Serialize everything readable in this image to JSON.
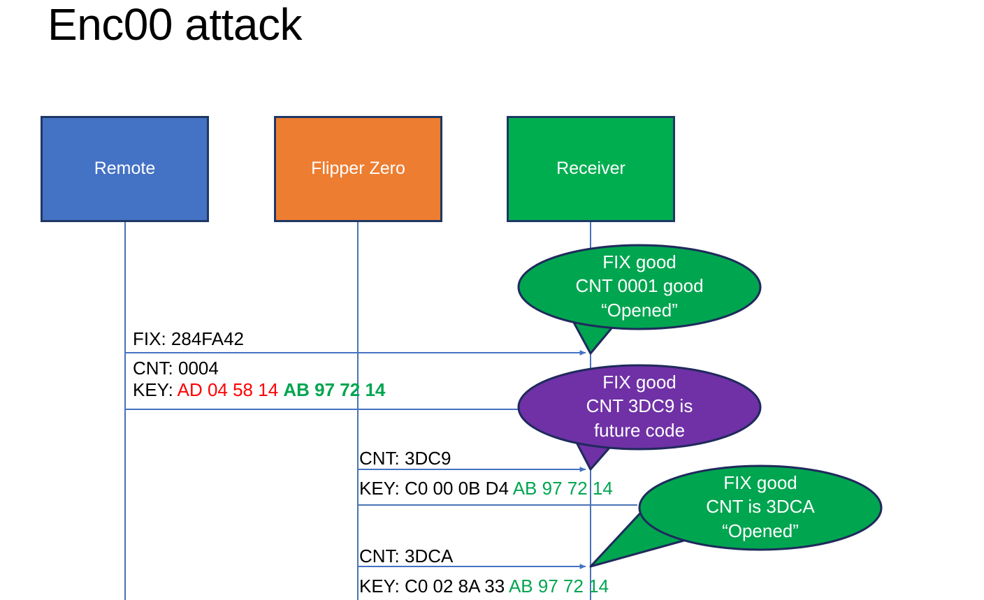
{
  "slide": {
    "title": "Enc00 attack",
    "background_color": "#FFFFFF"
  },
  "colors": {
    "remote_fill": "#4472C4",
    "flipper_fill": "#ED7D31",
    "receiver_fill": "#00AE50",
    "box_border": "#1F3864",
    "lifeline": "#4A73B5",
    "arrow": "#4472C4",
    "callout_green": "#00A550",
    "callout_purple": "#6F31A5",
    "callout_outline": "#1F2A5C",
    "key_red": "#FF0000",
    "key_green": "#00A550",
    "text": "#000000"
  },
  "actors": [
    {
      "id": "remote",
      "label": "Remote",
      "fill": "#4472C4"
    },
    {
      "id": "flipper",
      "label": "Flipper Zero",
      "fill": "#ED7D31"
    },
    {
      "id": "receiver",
      "label": "Receiver",
      "fill": "#00AE50"
    }
  ],
  "messages": [
    {
      "id": "remote-to-receiver",
      "from": "remote",
      "to": "receiver",
      "lines": [
        {
          "segments": [
            {
              "text": "FIX: 284FA42",
              "color": "black",
              "bold": false
            }
          ]
        }
      ]
    },
    {
      "id": "remote-to-receiver-detail",
      "from": "remote",
      "to": "receiver",
      "lines": [
        {
          "segments": [
            {
              "text": "CNT: 0004",
              "color": "black",
              "bold": false
            }
          ]
        },
        {
          "segments": [
            {
              "text": "KEY: ",
              "color": "black",
              "bold": false
            },
            {
              "text": "AD 04 58 14 ",
              "color": "red",
              "bold": false
            },
            {
              "text": "AB 97 72 14",
              "color": "green",
              "bold": true
            }
          ]
        }
      ]
    },
    {
      "id": "flipper-to-receiver-1",
      "from": "flipper",
      "to": "receiver",
      "lines": [
        {
          "segments": [
            {
              "text": "CNT: 3DC9",
              "color": "black",
              "bold": false
            }
          ]
        },
        {
          "segments": [
            {
              "text": "KEY: C0 00 0B D4 ",
              "color": "black",
              "bold": false
            },
            {
              "text": "AB 97 72 14",
              "color": "green",
              "bold": false
            }
          ]
        }
      ]
    },
    {
      "id": "flipper-to-receiver-2",
      "from": "flipper",
      "to": "receiver",
      "lines": [
        {
          "segments": [
            {
              "text": "CNT: 3DCA",
              "color": "black",
              "bold": false
            }
          ]
        },
        {
          "segments": [
            {
              "text": "KEY: C0 02 8A 33 ",
              "color": "black",
              "bold": false
            },
            {
              "text": "AB 97 72 14",
              "color": "green",
              "bold": false
            }
          ]
        }
      ]
    }
  ],
  "message_text": {
    "m1_l1": "FIX: 284FA42",
    "m2_l1": "CNT: 0004",
    "m2_l2_key": "KEY: ",
    "m2_l2_red": "AD 04 58 14 ",
    "m2_l2_green": "AB 97 72 14",
    "m3_l1": "CNT: 3DC9",
    "m3_l2_key": "KEY: C0 00 0B D4 ",
    "m3_l2_green": "AB 97 72 14",
    "m4_l1": "CNT: 3DCA",
    "m4_l2_key": "KEY: C0 02 8A 33 ",
    "m4_l2_green": "AB 97 72 14"
  },
  "callouts": [
    {
      "id": "callout-1",
      "fill": "#00A550",
      "lines": [
        "FIX good",
        "CNT 0001 good",
        "“Opened”"
      ],
      "line1": "FIX good",
      "line2": "CNT 0001 good",
      "line3": "“Opened”"
    },
    {
      "id": "callout-2",
      "fill": "#6F31A5",
      "lines": [
        "FIX good",
        "CNT 3DC9 is",
        "future code"
      ],
      "line1": "FIX good",
      "line2": "CNT 3DC9 is",
      "line3": "future code"
    },
    {
      "id": "callout-3",
      "fill": "#00A550",
      "lines": [
        "FIX good",
        "CNT is 3DCA",
        "“Opened”"
      ],
      "line1": "FIX good",
      "line2": "CNT is 3DCA",
      "line3": "“Opened”"
    }
  ]
}
